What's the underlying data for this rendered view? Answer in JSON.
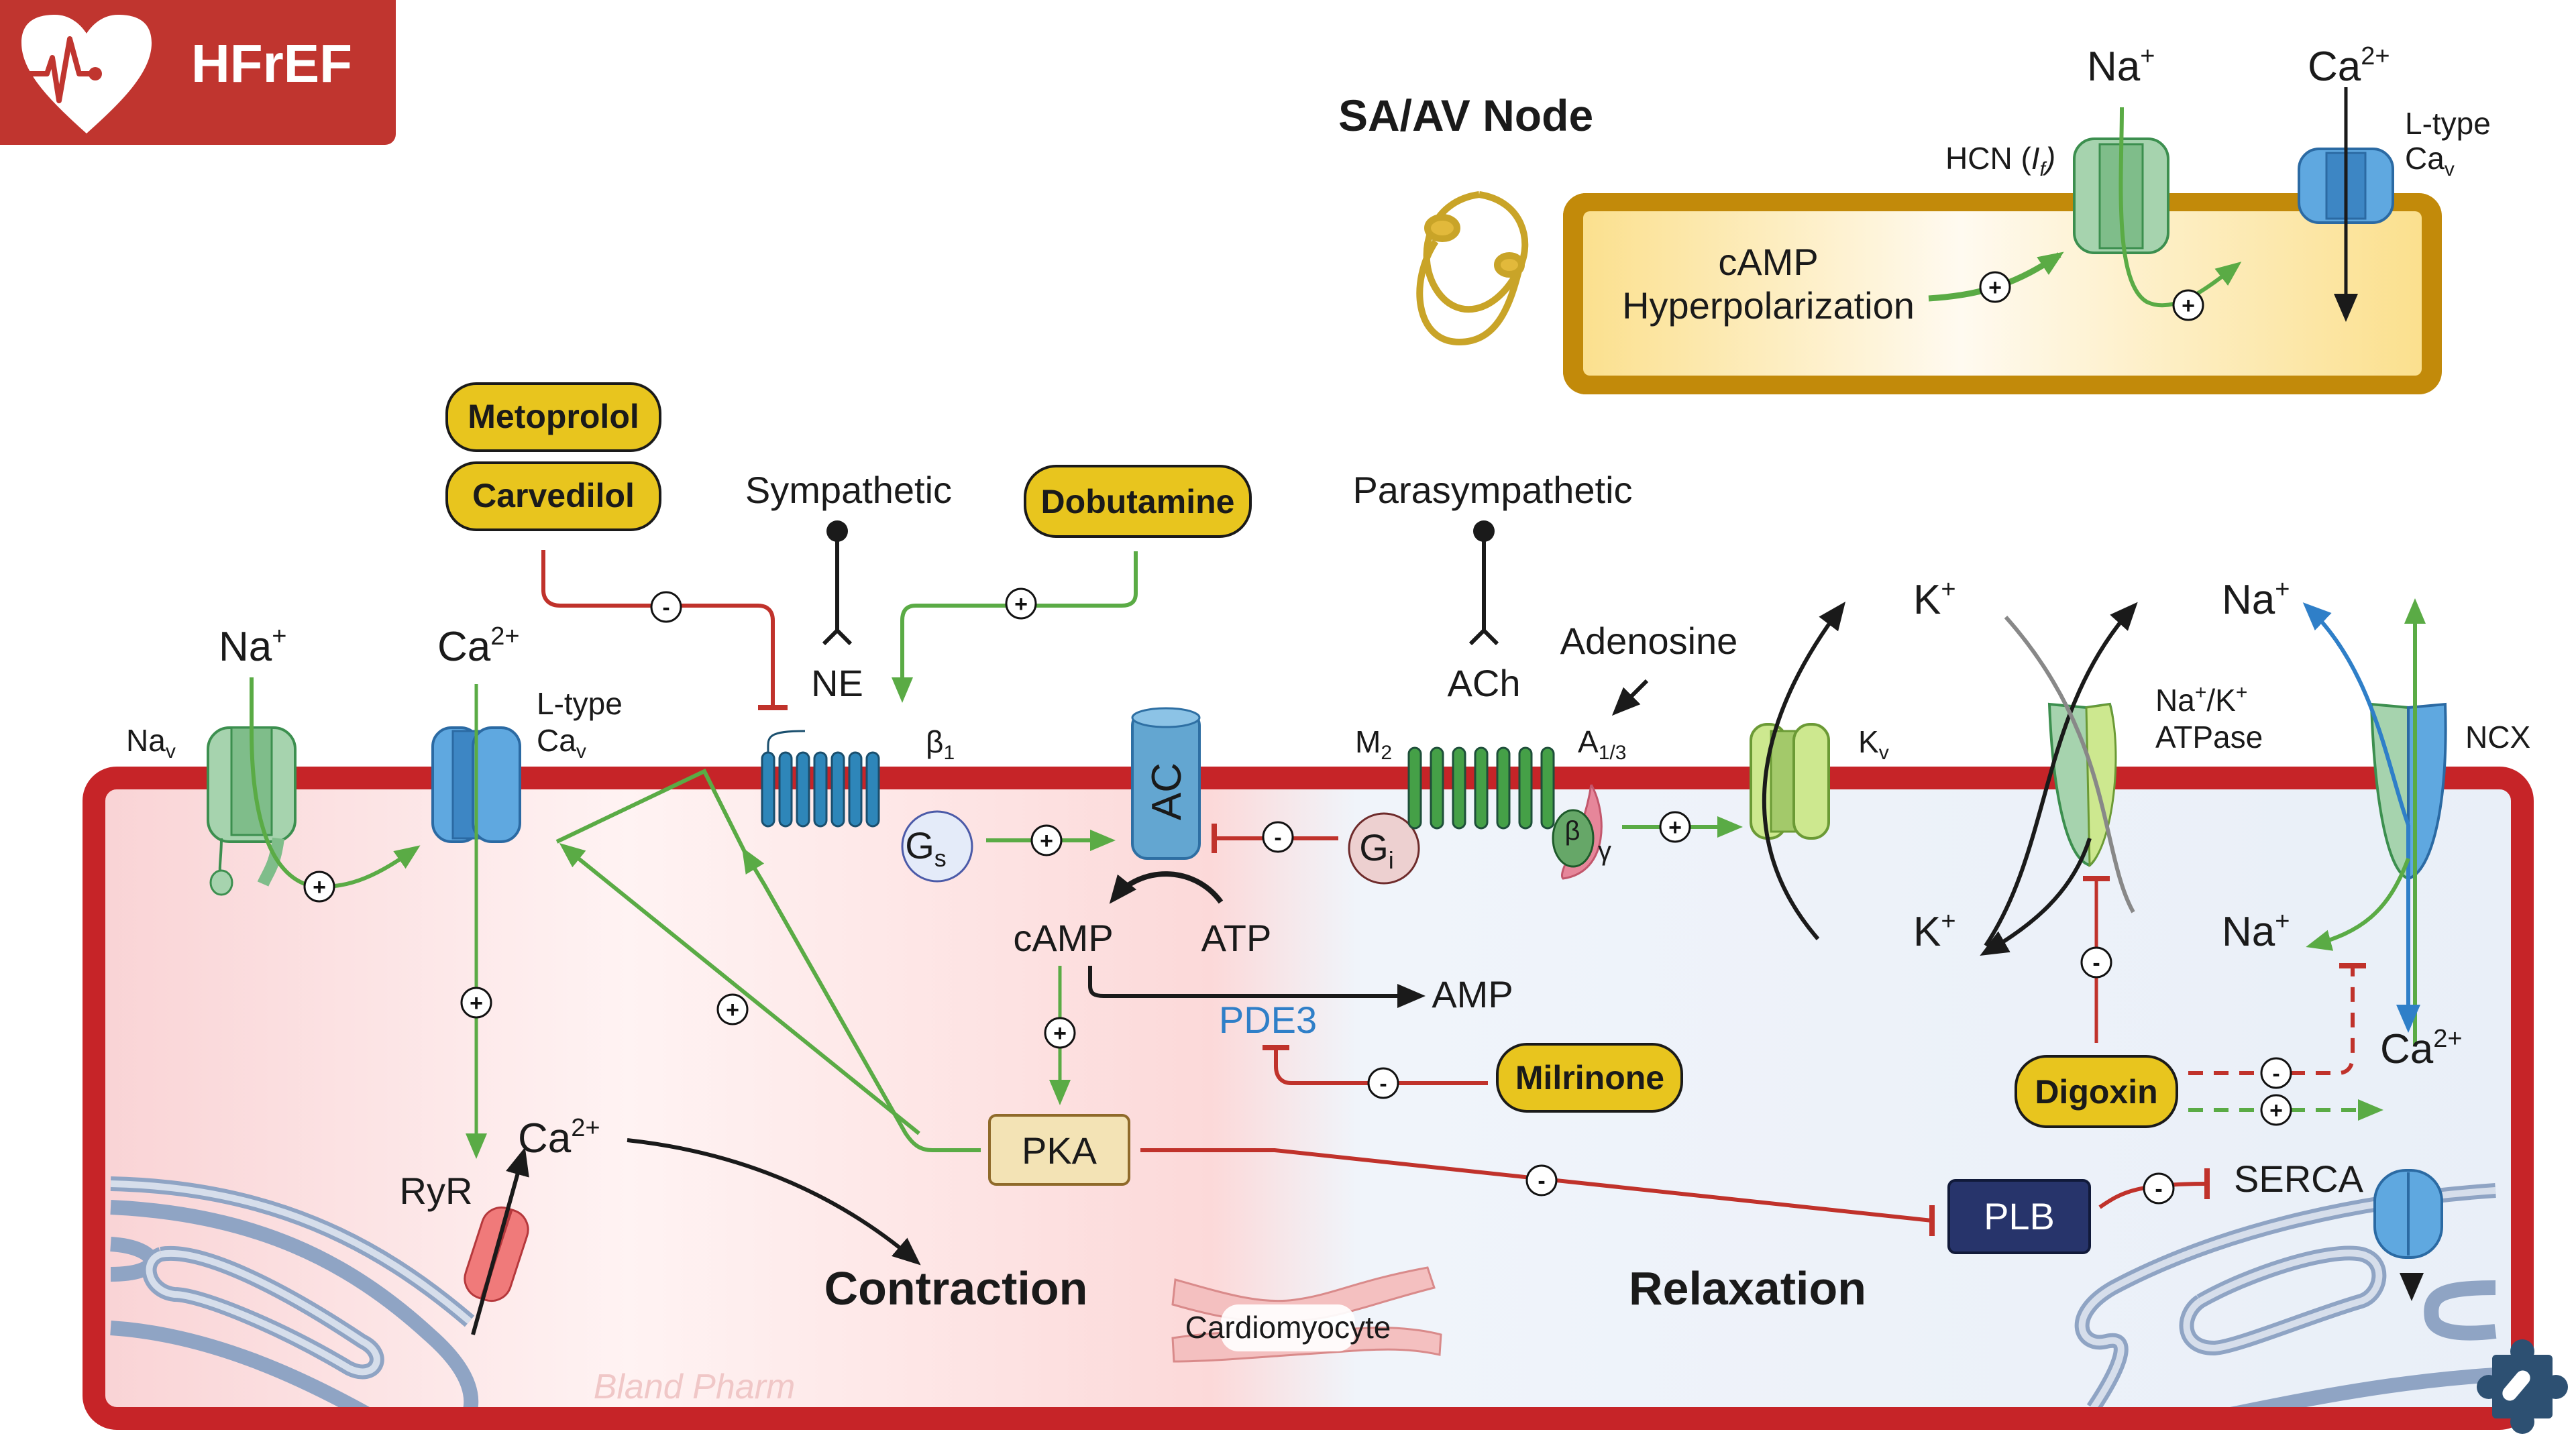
{
  "badge": {
    "title": "HFrEF",
    "icon": "heart-ecg-icon",
    "color": "#c0352f"
  },
  "sa_av": {
    "title": "SA/AV Node",
    "na_label": "Na",
    "na_sup": "+",
    "ca_label": "Ca",
    "ca_sup": "2+",
    "hcn_label": "HCN (",
    "hcn_italic": "I",
    "hcn_sub": "f",
    "hcn_close": ")",
    "ltype_label": "L-type",
    "cav_label": "Ca",
    "cav_sub": "v",
    "camp_label": "cAMP",
    "hyperpol_label": "Hyperpolarization",
    "box_color": "#c28a0a"
  },
  "drugs": {
    "metoprolol": "Metoprolol",
    "carvedilol": "Carvedilol",
    "dobutamine": "Dobutamine",
    "milrinone": "Milrinone",
    "digoxin": "Digoxin",
    "color": "#e8c51e"
  },
  "labels": {
    "sympathetic": "Sympathetic",
    "ne": "NE",
    "parasympathetic": "Parasympathetic",
    "ach": "ACh",
    "adenosine": "Adenosine",
    "na": "Na",
    "na_sup": "+",
    "ca": "Ca",
    "ca_sup": "2+",
    "nav": "Na",
    "nav_sub": "v",
    "ltype": "L-type",
    "cav": "Ca",
    "cav_sub": "v",
    "beta1": "β",
    "beta1_sub": "1",
    "ac": "AC",
    "gs": "G",
    "gs_sub": "s",
    "gi": "G",
    "gi_sub": "i",
    "m2": "M",
    "m2_sub": "2",
    "a13": "A",
    "a13_sub": "1/3",
    "beta": "β",
    "gamma": "γ",
    "k": "K",
    "k_sup": "+",
    "kv": "K",
    "kv_sub": "v",
    "nak1": "Na",
    "nak2": "/K",
    "atpase": "ATPase",
    "ncx": "NCX",
    "camp": "cAMP",
    "atp": "ATP",
    "amp": "AMP",
    "pde3": "PDE3",
    "pka": "PKA",
    "plb": "PLB",
    "serca": "SERCA",
    "ryr": "RyR",
    "contraction": "Contraction",
    "relaxation": "Relaxation",
    "cardiomyocyte": "Cardiomyocyte",
    "watermark": "Bland Pharm",
    "plus": "+",
    "minus": "-"
  },
  "colors": {
    "membrane": "#c62428",
    "activate": "#5aab45",
    "inhibit": "#c0322b",
    "pde3_text": "#2f7fc8",
    "plb_fill": "#27346b",
    "pka_fill": "#f3e3b5"
  },
  "logo": {
    "icon": "puzzle-pill-icon"
  }
}
